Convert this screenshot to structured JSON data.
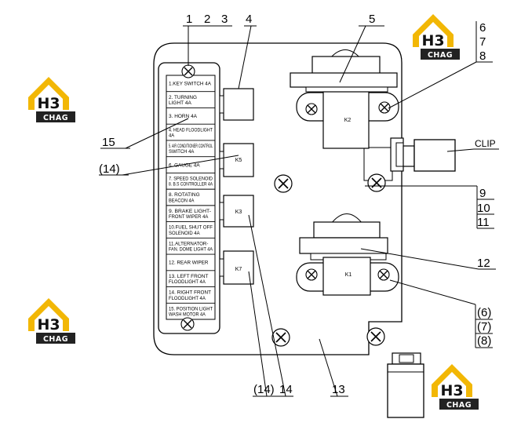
{
  "callouts": {
    "c1": "1",
    "c2": "2",
    "c3": "3",
    "c4": "4",
    "c5": "5",
    "c6": "6",
    "c7": "7",
    "c8": "8",
    "c9": "9",
    "c10": "10",
    "c11": "11",
    "c12": "12",
    "c13": "13",
    "c14": "14",
    "c15": "15",
    "c14p_left": "(14)",
    "c14p_bottom": "(14)",
    "c14_bottom": "14",
    "c6p": "(6)",
    "c7p": "(7)",
    "c8p": "(8)",
    "clip": "CLIP"
  },
  "fuses": [
    [
      "1.KEY SWITCH 4A"
    ],
    [
      "2. TURNING",
      "LIGHT 4A"
    ],
    [
      "3. HORN 4A"
    ],
    [
      "4. HEAD FLOODLIGHT",
      "4A"
    ],
    [
      "5. AIR CONDITIONER CONTROL",
      "SWITCH 4A"
    ],
    [
      "6. GAUGE 4A"
    ],
    [
      "7. SPEED SOLENOID",
      "8. B.S CONTROLLER 4A"
    ],
    [
      "8. ROTATING",
      "BEACON 4A"
    ],
    [
      "9. BRAKE LIGHT-",
      "FRONT WIPER 4A"
    ],
    [
      "10.FUEL SHUT OFF",
      "SOLENOID 4A"
    ],
    [
      "11.ALTERNATOR-",
      "FAN. DOME LIGHT 4A"
    ],
    [
      "12. REAR WIPER"
    ],
    [
      "13. LEFT FRONT",
      "FLOODLIGHT 4A"
    ],
    [
      "14. RIGHT FRONT",
      "FLOODLIGHT 4A"
    ],
    [
      "15. POSITION LIGHT",
      "WASH MOTOR 4A"
    ]
  ],
  "relays": {
    "k5": "K5",
    "k3": "K3",
    "k7": "K7",
    "k2": "K2",
    "k1": "K1"
  },
  "logos": {
    "top": "H3",
    "bottom": "CHAG",
    "accent": "#f2b705"
  }
}
